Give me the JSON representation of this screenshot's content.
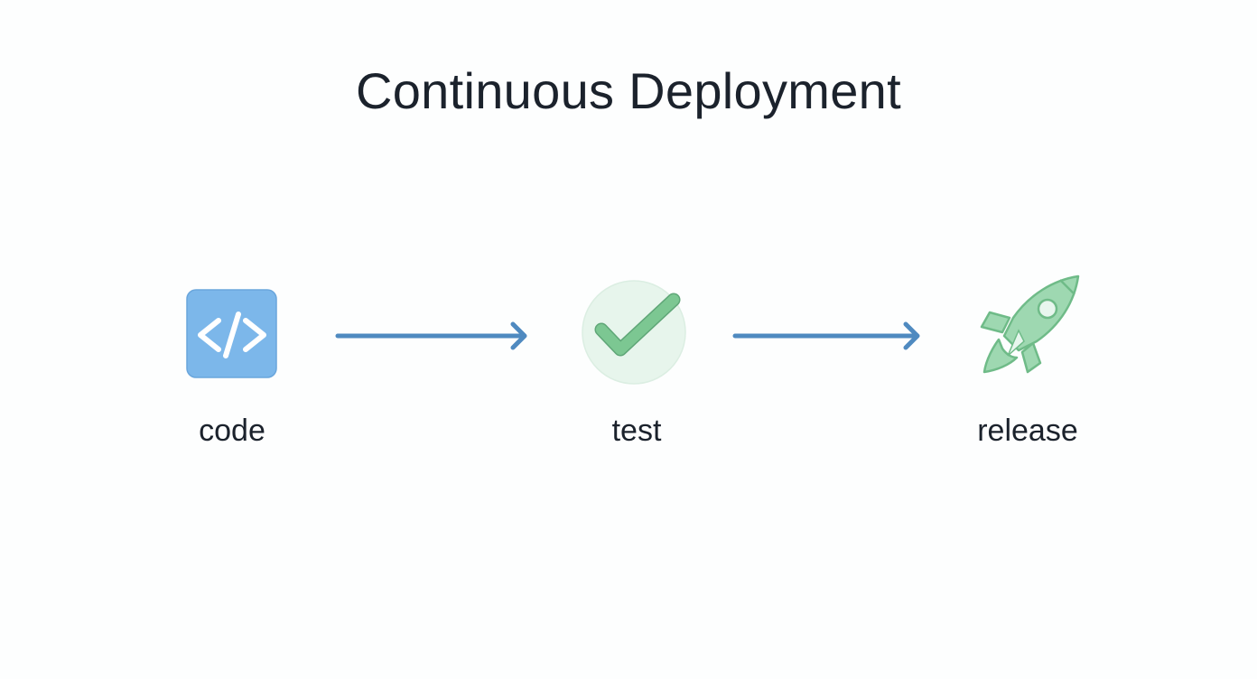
{
  "title": "Continuous Deployment",
  "steps": [
    {
      "label": "code",
      "icon": "code-brackets-icon",
      "color": "#7cb7ea"
    },
    {
      "label": "test",
      "icon": "checkmark-icon",
      "color": "#79c690"
    },
    {
      "label": "release",
      "icon": "rocket-icon",
      "color": "#8fd0a6"
    }
  ],
  "arrows": [
    {
      "from": "code",
      "to": "test",
      "color": "#4f8ac0"
    },
    {
      "from": "test",
      "to": "release",
      "color": "#4f8ac0"
    }
  ],
  "colors": {
    "text": "#1b222c",
    "background": "#fdfefe",
    "arrow": "#4f8ac0"
  }
}
